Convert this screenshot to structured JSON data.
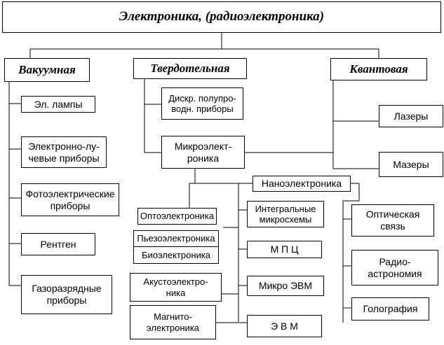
{
  "root": {
    "label": "Электроника, (радиоэлектроника)"
  },
  "categories": {
    "vacuum": "Вакуумная",
    "solid": "Твердотельная",
    "quantum": "Квантовая"
  },
  "vacuum_items": {
    "lamps": "Эл. лампы",
    "crt": "Электронно-лу-\nчевые приборы",
    "photo": "Фотоэлектрические\nприборы",
    "xray": "Рентген",
    "gas": "Газоразрядные\nприборы"
  },
  "solid_items": {
    "discrete": "Дискр. полупро-\nводн. приборы",
    "micro": "Микроэлект-\nроника",
    "nano": "Наноэлектроника",
    "opto": "Оптоэлектроника",
    "piezo": "Пьезоэлектроника",
    "bio": "Биоэлектроника",
    "acousto": "Акустоэлектро-\nника",
    "magneto": "Магнито-\nэлектроника",
    "ic": "Интегральные\nмикросхемы",
    "mpc": "М П Ц",
    "micro_evm": "Микро ЭВМ",
    "evm": "Э В М"
  },
  "quantum_items": {
    "lasers": "Лазеры",
    "masers": "Мазеры",
    "optical": "Оптическая\nсвязь",
    "radio": "Радио-\nастрономия",
    "holo": "Голография"
  }
}
